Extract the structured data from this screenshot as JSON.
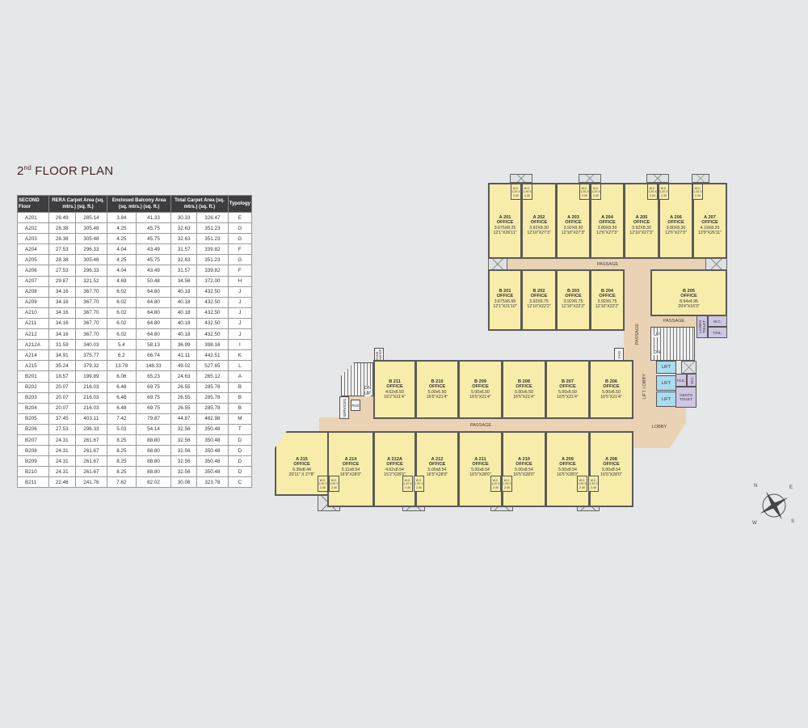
{
  "title": {
    "prefix": "2",
    "sup": "nd",
    "text": " FLOOR PLAN"
  },
  "table": {
    "headers": [
      "SECOND Floor",
      "RERA Carpet Area (sq. mtrs.) (sq. ft.)",
      "Enclosed Balcony Area (sq. mtrs.) (sq. ft.)",
      "Total Carpet Area (sq. mtrs.) (sq. ft.)",
      "Typology"
    ],
    "rows": [
      [
        "A201",
        "26.49",
        "285.14",
        "3.84",
        "41.33",
        "30.33",
        "326.47",
        "E"
      ],
      [
        "A202",
        "28.38",
        "305.48",
        "4.25",
        "45.75",
        "32.63",
        "351.23",
        "G"
      ],
      [
        "A203",
        "28.38",
        "305.48",
        "4.25",
        "45.75",
        "32.63",
        "351.23",
        "G"
      ],
      [
        "A204",
        "27.53",
        "296.33",
        "4.04",
        "43.49",
        "31.57",
        "339.82",
        "F"
      ],
      [
        "A205",
        "28.38",
        "305.48",
        "4.25",
        "45.75",
        "32.63",
        "351.23",
        "G"
      ],
      [
        "A206",
        "27.53",
        "296.33",
        "4.04",
        "43.49",
        "31.57",
        "339.82",
        "F"
      ],
      [
        "A207",
        "29.87",
        "321.52",
        "4.69",
        "50.48",
        "34.56",
        "372.00",
        "H"
      ],
      [
        "A208",
        "34.16",
        "367.70",
        "6.02",
        "64.80",
        "40.18",
        "432.50",
        "J"
      ],
      [
        "A209",
        "34.16",
        "367.70",
        "6.02",
        "64.80",
        "40.18",
        "432.50",
        "J"
      ],
      [
        "A210",
        "34.16",
        "367.70",
        "6.02",
        "64.80",
        "40.18",
        "432.50",
        "J"
      ],
      [
        "A211",
        "34.16",
        "367.70",
        "6.02",
        "64.80",
        "40.18",
        "432.50",
        "J"
      ],
      [
        "A212",
        "34.16",
        "367.70",
        "6.02",
        "64.80",
        "40.18",
        "432.50",
        "J"
      ],
      [
        "A212A",
        "31.59",
        "340.03",
        "5.4",
        "58.13",
        "36.99",
        "398.16",
        "I"
      ],
      [
        "A214",
        "34.91",
        "375.77",
        "6.2",
        "66.74",
        "41.11",
        "442.51",
        "K"
      ],
      [
        "A215",
        "35.24",
        "379.32",
        "13.78",
        "148.33",
        "49.02",
        "527.65",
        "L"
      ],
      [
        "B201",
        "18.57",
        "199.89",
        "6.06",
        "65.23",
        "24.63",
        "265.12",
        "A"
      ],
      [
        "B202",
        "20.07",
        "216.03",
        "6.48",
        "69.75",
        "26.55",
        "285.78",
        "B"
      ],
      [
        "B203",
        "20.07",
        "216.03",
        "6.48",
        "69.75",
        "26.55",
        "285.78",
        "B"
      ],
      [
        "B204",
        "20.07",
        "216.03",
        "6.48",
        "69.75",
        "26.55",
        "285.78",
        "B"
      ],
      [
        "B205",
        "37.45",
        "403.11",
        "7.42",
        "79.87",
        "44.87",
        "482.98",
        "M"
      ],
      [
        "B206",
        "27.53",
        "296.33",
        "5.03",
        "54.14",
        "32.56",
        "350.48",
        "T"
      ],
      [
        "B207",
        "24.31",
        "261.67",
        "8.25",
        "88.80",
        "32.56",
        "350.48",
        "D"
      ],
      [
        "B208",
        "24.31",
        "261.67",
        "8.25",
        "88.80",
        "32.56",
        "350.48",
        "D"
      ],
      [
        "B209",
        "24.31",
        "261.67",
        "8.25",
        "88.80",
        "32.56",
        "350.48",
        "D"
      ],
      [
        "B210",
        "24.31",
        "261.67",
        "8.25",
        "88.80",
        "32.56",
        "350.48",
        "D"
      ],
      [
        "B211",
        "22.46",
        "241.76",
        "7.62",
        "82.02",
        "30.08",
        "323.78",
        "C"
      ]
    ]
  },
  "plan": {
    "rooms": [
      {
        "id": "A 201",
        "name": "OFFICE",
        "metric": "3.675X8.25",
        "imperial": "12'1\"X26'11\""
      },
      {
        "id": "A 202",
        "name": "OFFICE",
        "metric": "3.92X8.30",
        "imperial": "12'10\"X27'3\""
      },
      {
        "id": "A 203",
        "name": "OFFICE",
        "metric": "3.92X8.30",
        "imperial": "12'10\"X27'3\""
      },
      {
        "id": "A 204",
        "name": "OFFICE",
        "metric": "3.80X8.30",
        "imperial": "12'6\"X27'3\""
      },
      {
        "id": "A 205",
        "name": "OFFICE",
        "metric": "3.92X8.30",
        "imperial": "12'10\"X27'3\""
      },
      {
        "id": "A 206",
        "name": "OFFICE",
        "metric": "3.80X8.30",
        "imperial": "12'6\"X27'3\""
      },
      {
        "id": "A 207",
        "name": "OFFICE",
        "metric": "4.19X8.20",
        "imperial": "13'9\"X26'11\""
      },
      {
        "id": "B 201",
        "name": "OFFICE",
        "metric": "3.675X6.65",
        "imperial": "12'1\"X21'10\""
      },
      {
        "id": "B 202",
        "name": "OFFICE",
        "metric": "3.92X6.75",
        "imperial": "12'10\"X22'2\""
      },
      {
        "id": "B 203",
        "name": "OFFICE",
        "metric": "3.92X6.75",
        "imperial": "12'10\"X22'2\""
      },
      {
        "id": "B 204",
        "name": "OFFICE",
        "metric": "3.92X6.75",
        "imperial": "12'10\"X22'2\""
      },
      {
        "id": "B 205",
        "name": "OFFICE",
        "metric": "8.94x4.95",
        "imperial": "29'4\"X16'3\""
      },
      {
        "id": "B 211",
        "name": "OFFICE",
        "metric": "4.62x6.50",
        "imperial": "15'2\"X21'4\""
      },
      {
        "id": "B 210",
        "name": "OFFICE",
        "metric": "5.00x6.50",
        "imperial": "16'5\"X21'4\""
      },
      {
        "id": "B 209",
        "name": "OFFICE",
        "metric": "5.00x6.50",
        "imperial": "16'5\"X21'4\""
      },
      {
        "id": "B 208",
        "name": "OFFICE",
        "metric": "5.00x6.50",
        "imperial": "16'5\"X21'4\""
      },
      {
        "id": "B 207",
        "name": "OFFICE",
        "metric": "5.00x6.50",
        "imperial": "16'5\"X21'4\""
      },
      {
        "id": "B 206",
        "name": "OFFICE",
        "metric": "5.00x6.50",
        "imperial": "16'5\"X21'4\""
      },
      {
        "id": "A 215",
        "name": "OFFICE",
        "metric": "6.39x8.44",
        "imperial": "20'11\" X 27'8\""
      },
      {
        "id": "A 214",
        "name": "OFFICE",
        "metric": "5.11x8.54",
        "imperial": "16'9\"X28'0\""
      },
      {
        "id": "A 212A",
        "name": "OFFICE",
        "metric": "4.62x8.54",
        "imperial": "15'2\"X28'0\""
      },
      {
        "id": "A 212",
        "name": "OFFICE",
        "metric": "5.00x8.54",
        "imperial": "16'5\"X28'0\""
      },
      {
        "id": "A 211",
        "name": "OFFICE",
        "metric": "5.00x8.54",
        "imperial": "16'5\"X28'0\""
      },
      {
        "id": "A 210",
        "name": "OFFICE",
        "metric": "5.00x8.54",
        "imperial": "16'5\"X28'0\""
      },
      {
        "id": "A 209",
        "name": "OFFICE",
        "metric": "5.00x8.54",
        "imperial": "16'5\"X28'0\""
      },
      {
        "id": "A 208",
        "name": "OFFICE",
        "metric": "5.00x8.54",
        "imperial": "16'5\"X28'0\""
      }
    ],
    "wc_top": {
      "label": "W.C.",
      "size": "1.20 X 2.30"
    },
    "wc_bottom": {
      "label": "W.C.",
      "size": "1.20 X 2.40"
    },
    "labels": {
      "passage": "PASSAGE",
      "lift_lobby": "LIFT LOBBY",
      "lobby": "LOBBY",
      "lift": "LIFT",
      "toil": "TOIL.",
      "gents_toilet": "GENTS TOILET",
      "ladies_toilet": "LADIES TOILET",
      "wc": "W.C.",
      "up": "UP",
      "dn": "DN",
      "fhs": "FHS",
      "services": "SERVICES",
      "dumb_waiter": "DUMB WAITER"
    },
    "compass": {
      "n": "N",
      "e": "E",
      "s": "S",
      "w": "W"
    }
  },
  "colors": {
    "office": "#f7ecaa",
    "passage": "#ead2b4",
    "lift": "#a9dcf0",
    "toilet": "#cfc6e4",
    "header": "#3d3c3e",
    "title": "#4a2326"
  }
}
